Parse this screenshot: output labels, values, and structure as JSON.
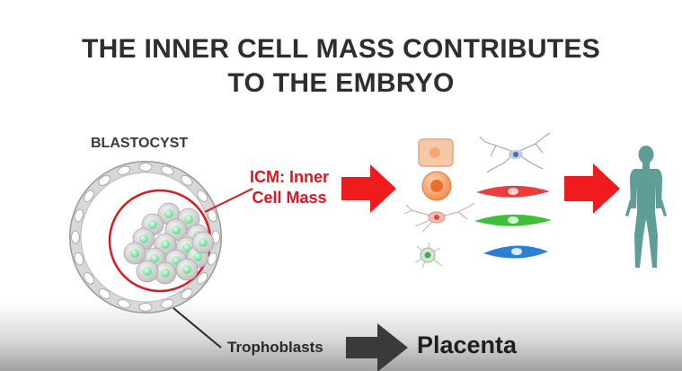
{
  "title": {
    "line1": "THE INNER CELL MASS CONTRIBUTES",
    "line2": "TO THE EMBRYO"
  },
  "labels": {
    "blastocyst": "BLASTOCYST",
    "icm_line1": "ICM: Inner",
    "icm_line2": "Cell Mass",
    "trophoblasts": "Trophoblasts",
    "placenta": "Placenta"
  },
  "colors": {
    "title": "#2e2e2e",
    "icm_red": "#e0141e",
    "arrow_red": "#ee1c1c",
    "arrow_dark": "#3a3a3a",
    "embryo_teal": "#5e9e97",
    "icm_cell_green": "#8fe6a8"
  },
  "icons": [
    "blastocyst-icon",
    "red-arrow-icon",
    "cell-types-icon",
    "human-embryo-icon",
    "dark-arrow-icon"
  ]
}
